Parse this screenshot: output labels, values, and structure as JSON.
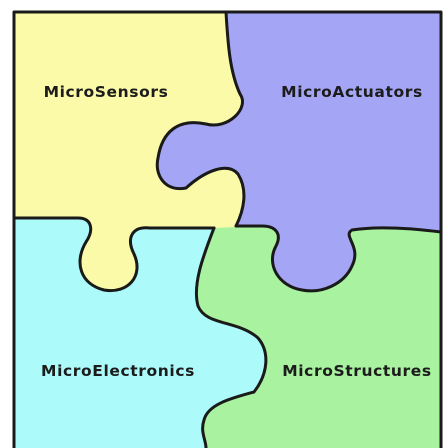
{
  "pieces": {
    "top_left": {
      "label": "MicroSensors",
      "color": "#fafaa8"
    },
    "top_right": {
      "label": "MicroActuators",
      "color": "#a5a5f5"
    },
    "bottom_left": {
      "label": "MicroElectronics",
      "color": "#adfafa"
    },
    "bottom_right": {
      "label": "MicroStructures",
      "color": "#a8f2a0"
    }
  },
  "frame_color": "#1a1a1a",
  "background_color": "#ffffff"
}
